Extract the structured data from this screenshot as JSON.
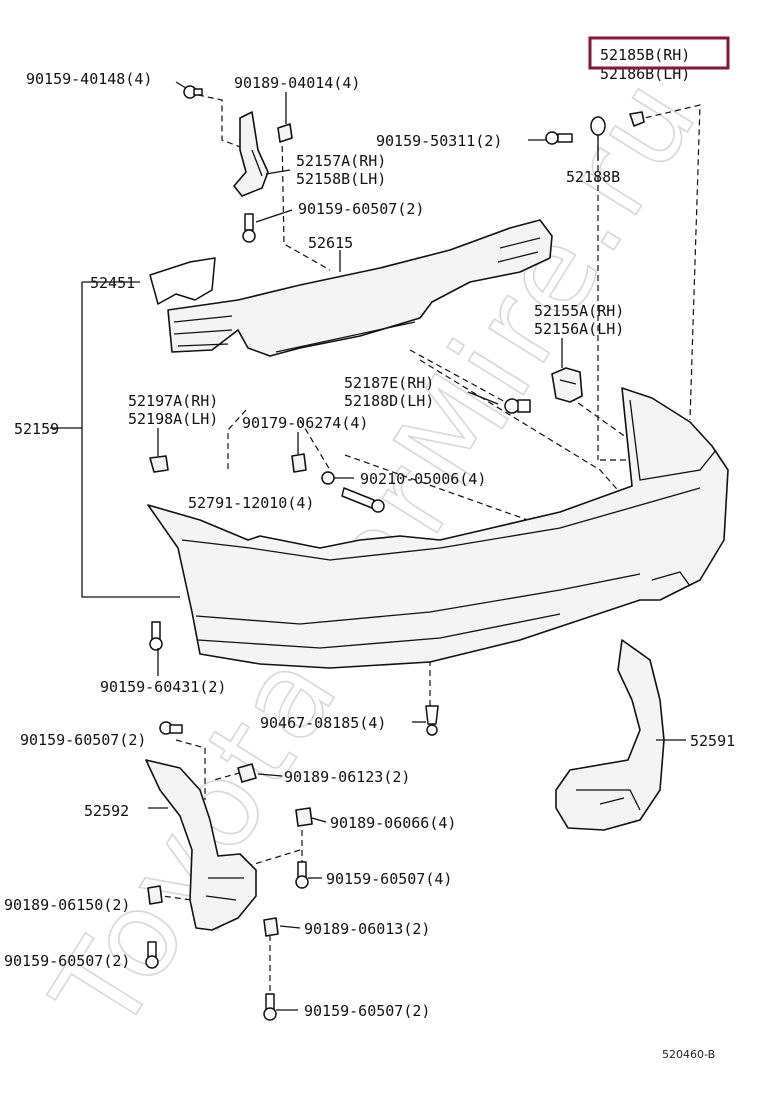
{
  "highlight": {
    "label": "52185B(RH)",
    "color": "#8a1538"
  },
  "watermark": "ToyotaCarMire.ru",
  "diagram_code": "520460-B",
  "labels": {
    "l52186b": "52186B(LH)",
    "l90159_40148": "90159-40148(4)",
    "l90189_04014": "90189-04014(4)",
    "l90159_50311": "90159-50311(2)",
    "l52188b": "52188B",
    "l52157a": "52157A(RH)",
    "l52158b": "52158B(LH)",
    "l90159_60507_a": "90159-60507(2)",
    "l52615": "52615",
    "l52451": "52451",
    "l52155a": "52155A(RH)",
    "l52156a": "52156A(LH)",
    "l52187e": "52187E(RH)",
    "l52188d": "52188D(LH)",
    "l52197a": "52197A(RH)",
    "l52198a": "52198A(LH)",
    "l90179_06274": "90179-06274(4)",
    "l52159": "52159",
    "l90210_05006": "90210-05006(4)",
    "l52791_12010": "52791-12010(4)",
    "l90159_60431": "90159-60431(2)",
    "l90467_08185": "90467-08185(4)",
    "l52591": "52591",
    "l90159_60507_b": "90159-60507(2)",
    "l90189_06123": "90189-06123(2)",
    "l52592": "52592",
    "l90189_06066": "90189-06066(4)",
    "l90159_60507_c": "90159-60507(4)",
    "l90189_06150": "90189-06150(2)",
    "l90189_06013": "90189-06013(2)",
    "l90159_60507_d": "90159-60507(2)",
    "l90159_60507_e": "90159-60507(2)"
  }
}
